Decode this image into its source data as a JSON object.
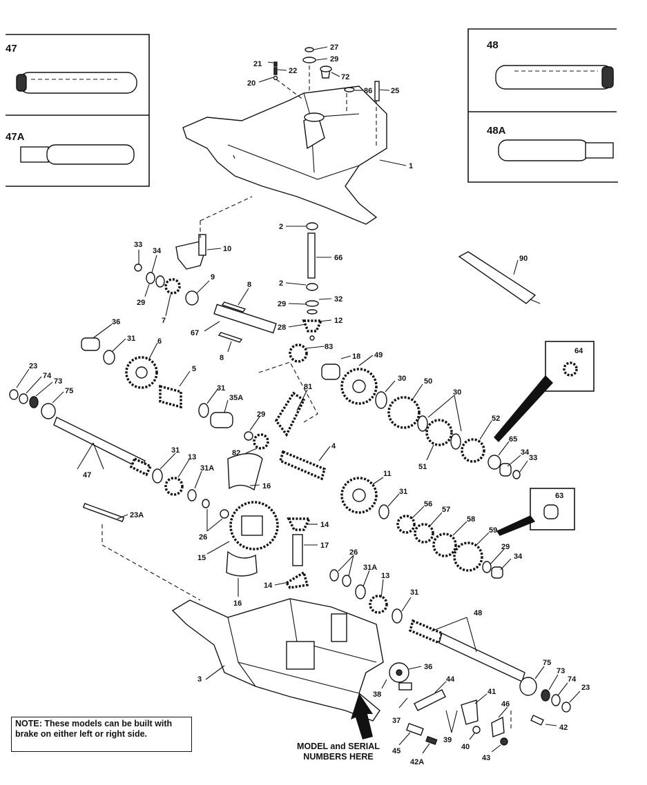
{
  "note": "NOTE: These models can be built with brake on either left or right side.",
  "model_label": "MODEL and SERIAL\nNUMBERS HERE",
  "inset_labels": {
    "p47": "47",
    "p47a": "47A",
    "p48": "48",
    "p48a": "48A",
    "p64": "64",
    "p63": "63"
  },
  "callouts": {
    "c27": "27",
    "c29a": "29",
    "c21": "21",
    "c22": "22",
    "c72": "72",
    "c20": "20",
    "c86": "86",
    "c25": "25",
    "c1": "1",
    "c2a": "2",
    "c66": "66",
    "c10": "10",
    "c33a": "33",
    "c34a": "34",
    "c9": "9",
    "c29b": "29",
    "c7": "7",
    "c8a": "8",
    "c2b": "2",
    "c29c": "29",
    "c32": "32",
    "c67": "67",
    "c28": "28",
    "c12": "12",
    "c8b": "8",
    "c90": "90",
    "c36a": "36",
    "c31a": "31",
    "c6": "6",
    "c83": "83",
    "c18": "18",
    "c49": "49",
    "c23a": "23",
    "c74a": "74",
    "c73a": "73",
    "c75a": "75",
    "c5": "5",
    "c31b": "31",
    "c35a": "35A",
    "c30a": "30",
    "c50": "50",
    "c30b": "30",
    "c81": "81",
    "c29d": "29",
    "c82": "82",
    "c4": "4",
    "c52": "52",
    "c65": "65",
    "c34b": "34",
    "c33b": "33",
    "c51": "51",
    "c47": "47",
    "c31c": "31",
    "c13a": "13",
    "c31aa": "31A",
    "c16a": "16",
    "c11": "11",
    "c31d": "31",
    "c56": "56",
    "c57": "57",
    "c58": "58",
    "c59": "59",
    "c23aa": "23A",
    "c26a": "26",
    "c14a": "14",
    "c15": "15",
    "c17": "17",
    "c26b": "26",
    "c31ab": "31A",
    "c13b": "13",
    "c29e": "29",
    "c34c": "34",
    "c14b": "14",
    "c16b": "16",
    "c31e": "31",
    "c48": "48",
    "c3": "3",
    "c36b": "36",
    "c44": "44",
    "c41": "41",
    "c46": "46",
    "c75b": "75",
    "c73b": "73",
    "c74b": "74",
    "c23b": "23",
    "c38": "38",
    "c37": "37",
    "c42": "42",
    "c39": "39",
    "c40": "40",
    "c45": "45",
    "c42a": "42A",
    "c43": "43"
  }
}
